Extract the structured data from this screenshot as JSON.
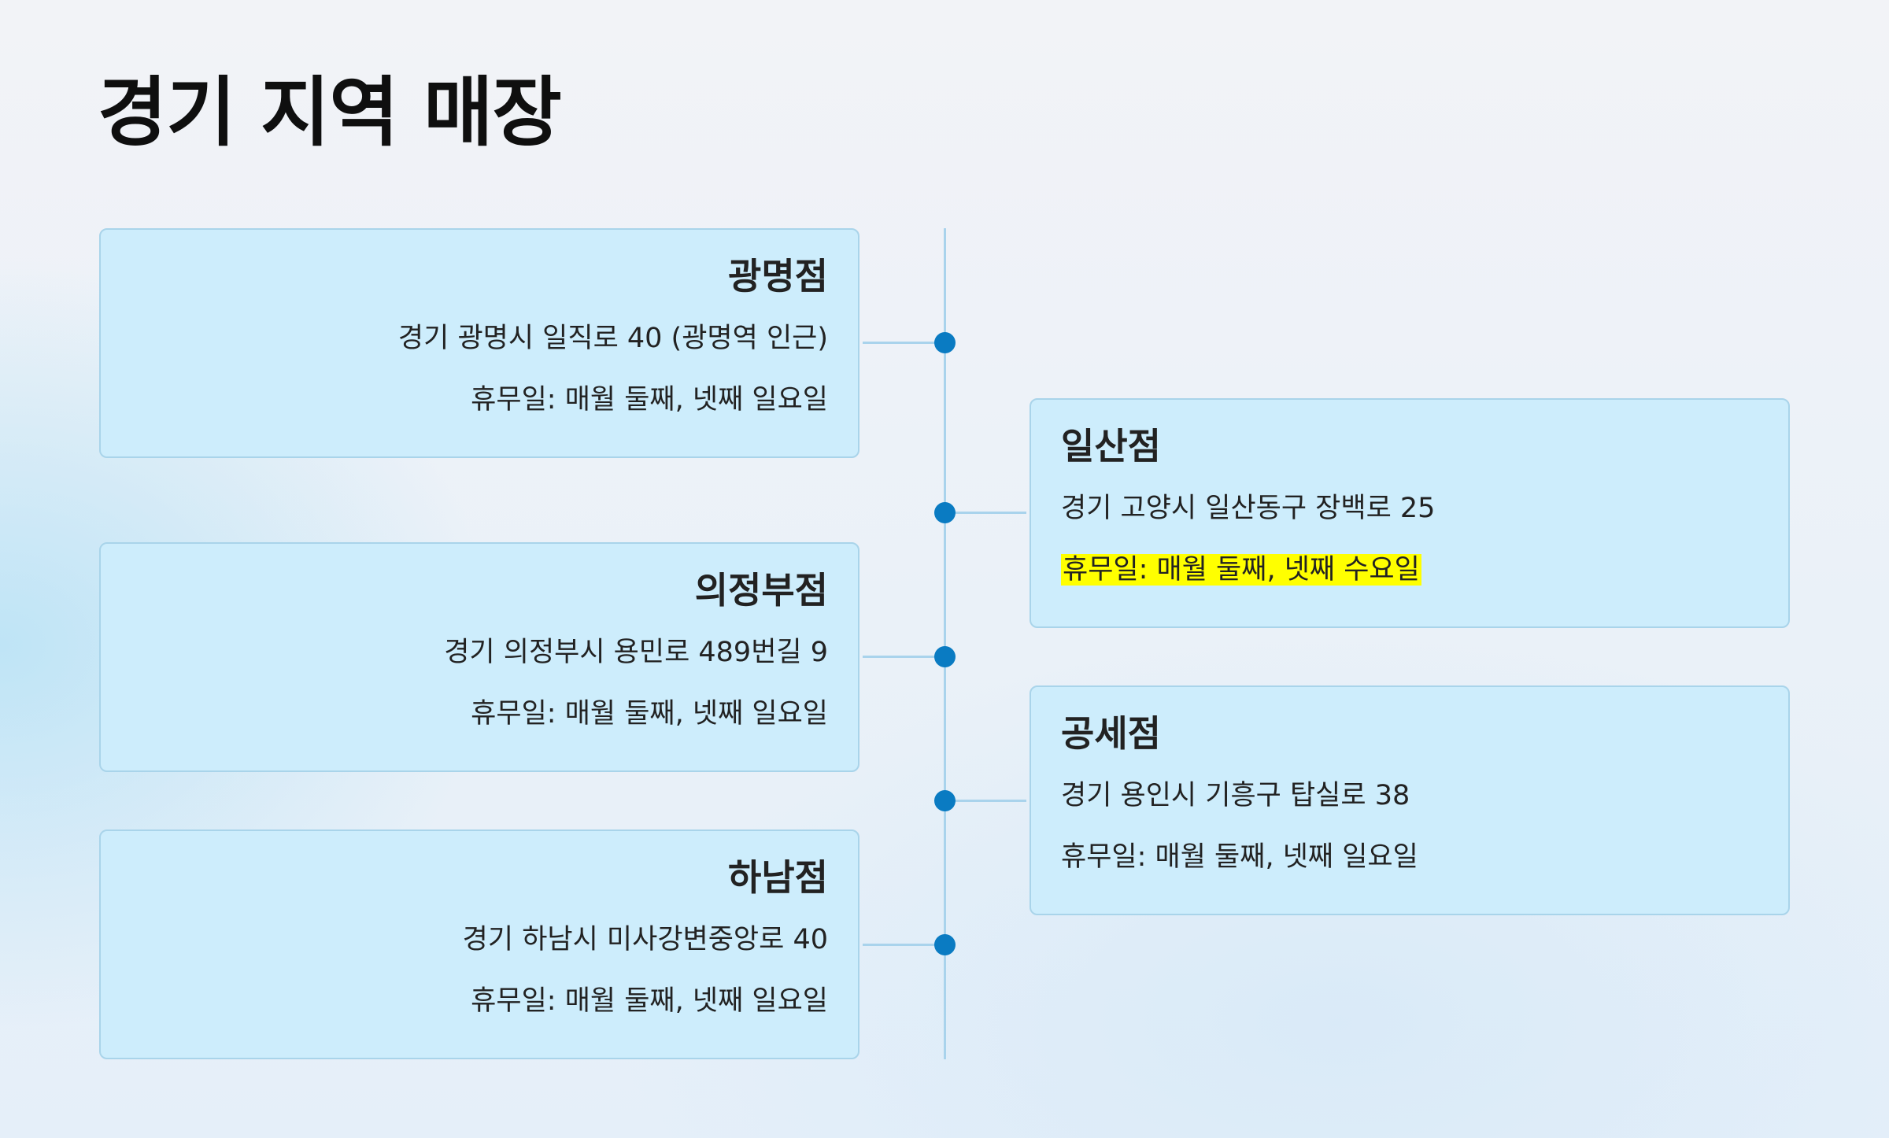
{
  "page": {
    "title": "경기 지역 매장"
  },
  "stores": [
    {
      "name": "광명점",
      "address": "경기 광명시 일직로 40 (광명역 인근)",
      "closed": "휴무일: 매월 둘째, 넷째 일요일"
    },
    {
      "name": "일산점",
      "address": "경기 고양시 일산동구 장백로 25",
      "closed": "휴무일: 매월 둘째, 넷째 수요일",
      "highlight_color": "#ffff00"
    },
    {
      "name": "의정부점",
      "address": "경기 의정부시 용민로 489번길 9",
      "closed": "휴무일: 매월 둘째, 넷째 일요일"
    },
    {
      "name": "공세점",
      "address": "경기 용인시 기흥구 탑실로 38",
      "closed": "휴무일: 매월 둘째, 넷째 일요일"
    },
    {
      "name": "하남점",
      "address": "경기 하남시 미사강변중앙로 40",
      "closed": "휴무일: 매월 둘째, 넷째 일요일"
    }
  ],
  "colors": {
    "card_bg": "#cdedfc",
    "card_border": "#a9d4ea",
    "timeline": "#a9d3ec",
    "dot": "#0a7bc2"
  }
}
